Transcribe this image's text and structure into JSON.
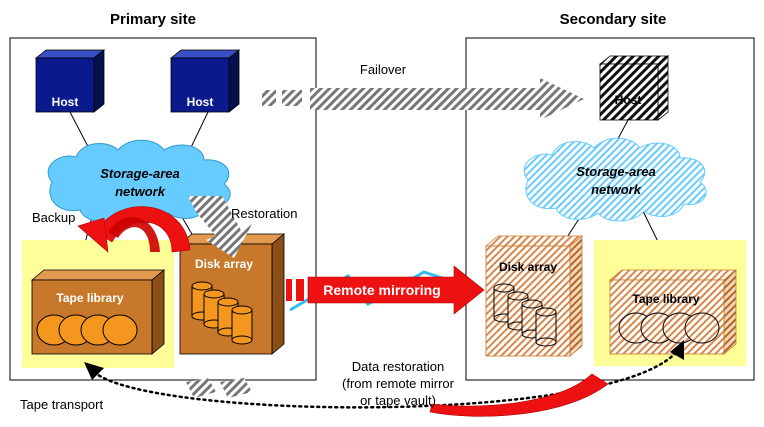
{
  "sites": {
    "primary": {
      "title": "Primary site"
    },
    "secondary": {
      "title": "Secondary site"
    }
  },
  "labels": {
    "host": "Host",
    "san_line1": "Storage-area",
    "san_line2": "network",
    "disk_array": "Disk array",
    "tape_library": "Tape library",
    "failover": "Failover",
    "backup": "Backup",
    "restoration": "Restoration",
    "remote_mirroring": "Remote mirroring",
    "data_restoration_l1": "Data restoration",
    "data_restoration_l2": "(from remote mirror",
    "data_restoration_l3": "or tape vault)",
    "tape_transport": "Tape transport"
  },
  "colors": {
    "host_blue": "#0a1a8c",
    "san_cyan": "#66ccff",
    "disk_brown": "#c8782a",
    "tape_yellow": "#ffff99",
    "arrow_red": "#ee1111",
    "tape_orange": "#f5961e"
  }
}
